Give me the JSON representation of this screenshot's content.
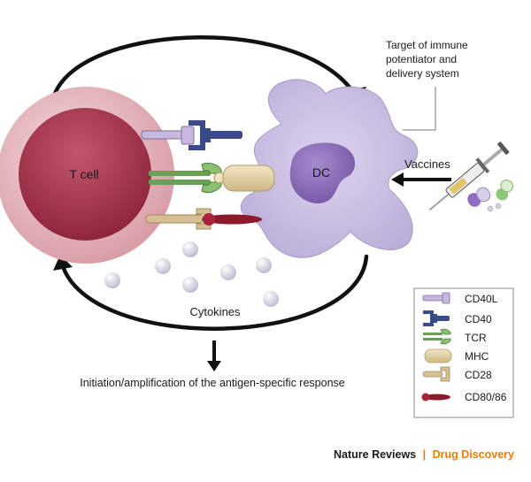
{
  "labels": {
    "t_cell": "T cell",
    "dc": "DC",
    "target_note": [
      "Target of immune",
      "potentiator and",
      "delivery system"
    ],
    "vaccines": "Vaccines",
    "cytokines": "Cytokines",
    "initiation": "Initiation/amplification of the antigen-specific response"
  },
  "legend": {
    "items": [
      {
        "key": "cd40l",
        "label": "CD40L",
        "color": "#b9a7d6"
      },
      {
        "key": "cd40",
        "label": "CD40",
        "color": "#37447e"
      },
      {
        "key": "tcr",
        "label": "TCR",
        "color": "#6e9c5a"
      },
      {
        "key": "mhc",
        "label": "MHC",
        "color": "#e3d3a8"
      },
      {
        "key": "cd28",
        "label": "CD28",
        "color": "#d1b78c"
      },
      {
        "key": "cd8086",
        "label": "CD80/86",
        "color": "#8c1a2c"
      }
    ]
  },
  "credit": {
    "publisher": "Nature Reviews",
    "separator": "|",
    "journal": "Drug Discovery"
  },
  "colors": {
    "t_cell_outer": "#e7bcc0",
    "t_cell_inner": "#a5334a",
    "dc_body": "#cdc2e2",
    "dc_nucleus": "#8a6fb2",
    "cytokine": "#d7d7e4",
    "accent": "#f07d00"
  }
}
